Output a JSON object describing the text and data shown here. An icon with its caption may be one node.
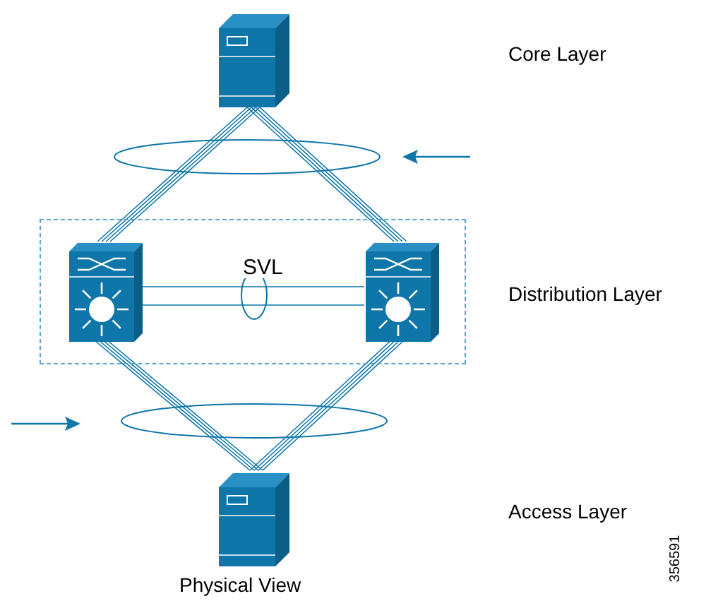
{
  "diagram": {
    "caption": "Physical View",
    "nodes": [
      {
        "text": [],
        "shape": "picture"
      },
      {
        "text": [],
        "shape": "box"
      },
      {
        "text": [],
        "shape": "picture",
        "in": 1
      },
      {
        "text": [],
        "shape": "picture",
        "in": 1
      },
      {
        "text": [],
        "shape": "picture"
      }
    ],
    "edges": [
      {
        "from": 0,
        "to": 2,
        "arrow": "none"
      },
      {
        "from": 0,
        "to": 3,
        "arrow": "none"
      },
      {
        "from": 2,
        "to": 3,
        "arrow": "none",
        "label": "SVL"
      },
      {
        "from": 2,
        "to": 4,
        "arrow": "none"
      },
      {
        "from": 3,
        "to": 4,
        "arrow": "none"
      }
    ],
    "labels": [
      "Core Layer",
      "Distribution Layer",
      "Access Layer",
      "356591"
    ]
  }
}
